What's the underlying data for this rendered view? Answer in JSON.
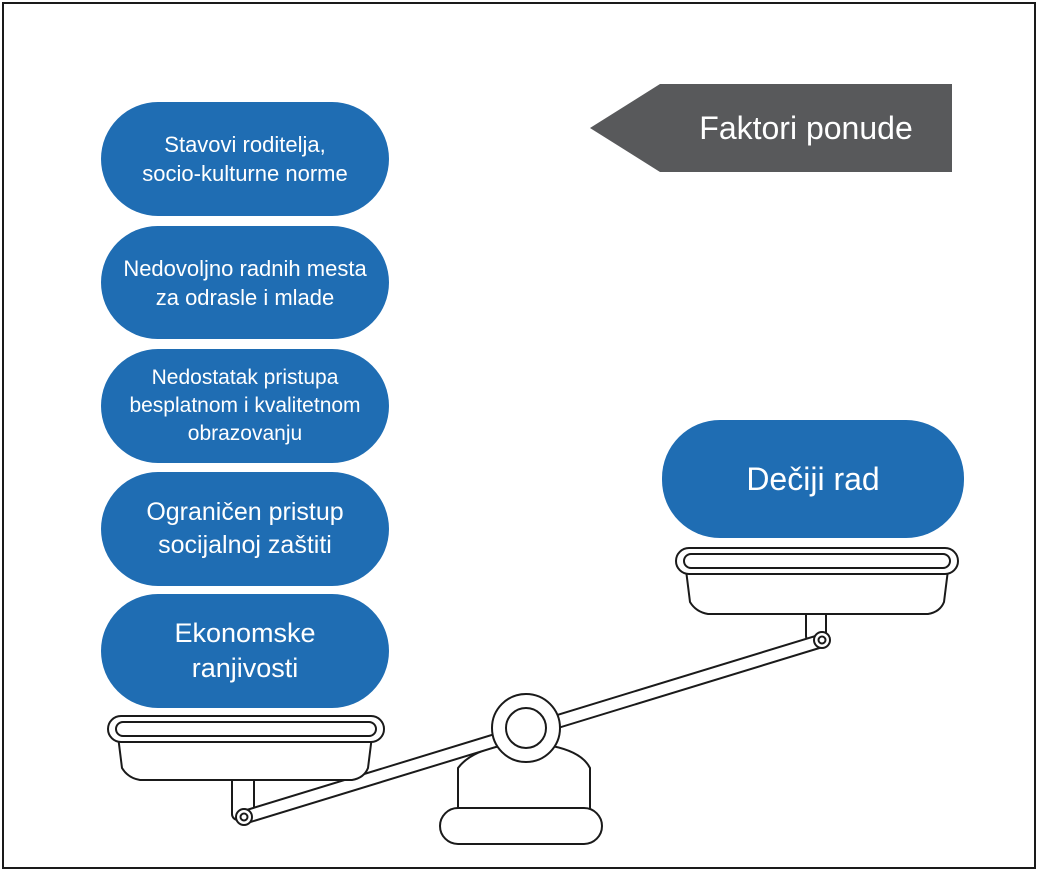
{
  "supply_factors_arrow": {
    "label": "Faktori ponude",
    "color": "#58595b"
  },
  "factors": [
    "Stavovi roditelja,\nsocio-kulturne norme",
    "Nedovoljno radnih mesta\nza odrasle i mlade",
    "Nedostatak pristupa\nbesplatnom i kvalitetnom\nobrazovanju",
    "Ograničen pristup\nsocijalnoj zaštiti",
    "Ekonomske\nranjivosti"
  ],
  "outcome": "Dečiji rad",
  "colors": {
    "pill": "#1f6db3",
    "outline": "#1a1a1a",
    "background": "#ffffff"
  }
}
